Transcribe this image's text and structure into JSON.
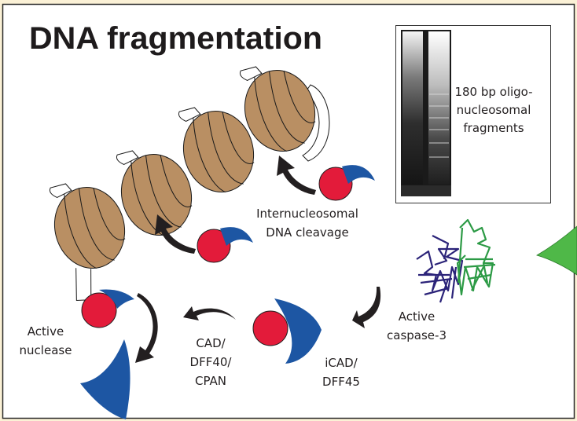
{
  "title": "DNA fragmentation",
  "gel_label": {
    "line1": "180 bp oligo-",
    "line2": "nucleosomal",
    "line3": "fragments"
  },
  "labels": {
    "cleavage": {
      "line1": "Internucleosomal",
      "line2": "DNA cleavage"
    },
    "caspase": {
      "line1": "Active",
      "line2": "caspase-3"
    },
    "icad": {
      "line1": "iCAD/",
      "line2": "DFF45"
    },
    "cad": {
      "line1": "CAD/",
      "line2": "DFF40/",
      "line3": "CPAN"
    },
    "nuclease": {
      "line1": "Active",
      "line2": "nuclease"
    }
  },
  "colors": {
    "nucleosome": "#b98f63",
    "nuclease_red": "#e31b3a",
    "inhibitor_blue": "#1d56a3",
    "caspase_blue": "#2b2379",
    "caspase_green": "#2c9a45",
    "pointer_green": "#4fb848",
    "background": "#fbf1d6"
  }
}
